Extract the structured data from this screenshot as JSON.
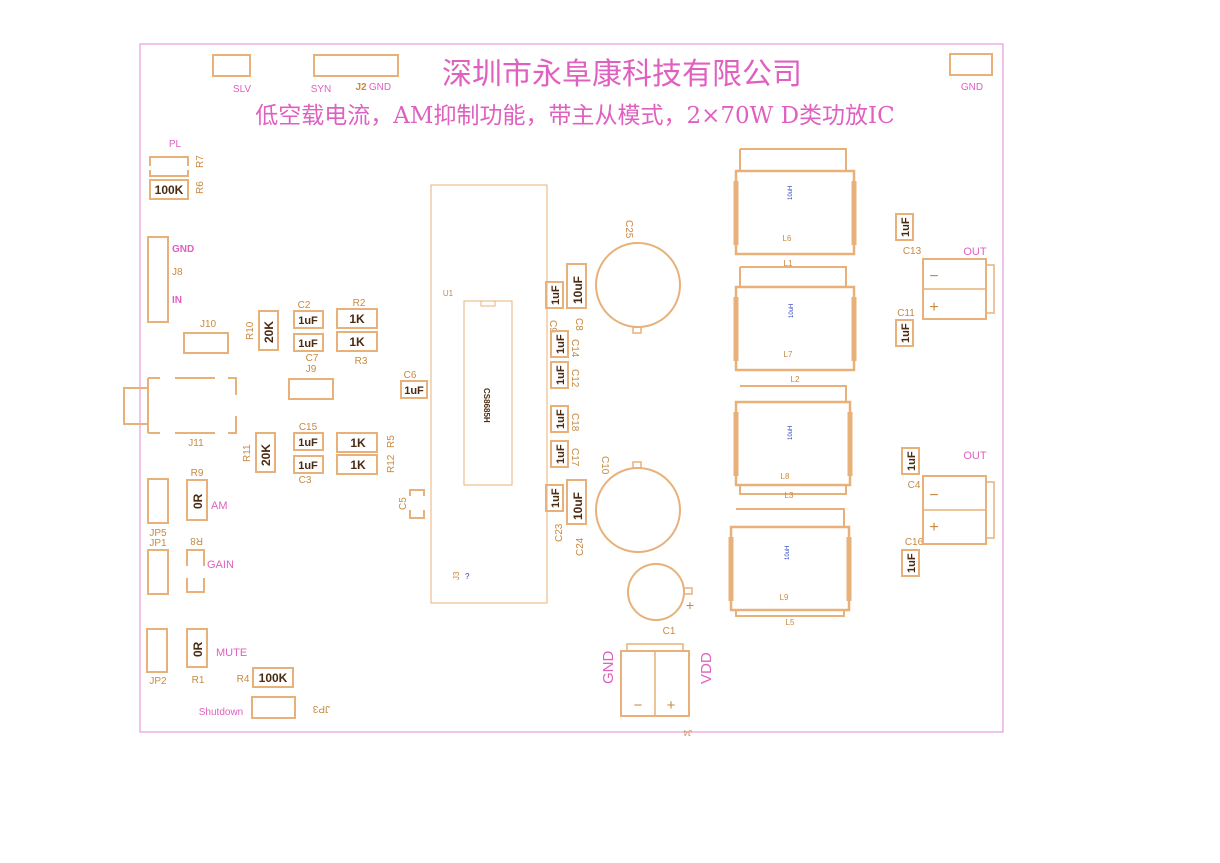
{
  "board": {
    "company": "深圳市永阜康科技有限公司",
    "description": "低空载电流，AM抑制功能，带主从模式，2×70W D类功放IC",
    "colors": {
      "silkscreen_labels": "#e060c0",
      "footprints": "#e8b17a",
      "designators": "#c9893f",
      "values": "#4a2a10",
      "part_markings": "#2a3fbf",
      "outline": "#e68ad8"
    }
  },
  "labels": {
    "slv": "SLV",
    "syn": "SYN",
    "j2": "J2",
    "gnd_top": "GND",
    "gnd_right": "GND",
    "pl": "PL",
    "gnd_j8": "GND",
    "j8": "J8",
    "in": "IN",
    "j10": "J10",
    "j9": "J9",
    "j11": "J11",
    "r7": "R7",
    "r6": "R6",
    "r6_val": "100K",
    "r10": "R10",
    "r10_val": "20K",
    "r11": "R11",
    "r11_val": "20K",
    "c2": "C2",
    "c2_val": "1uF",
    "c7": "C7",
    "c7_val": "1uF",
    "r2": "R2",
    "r2_val": "1K",
    "r3": "R3",
    "r3_val": "1K",
    "c15": "C15",
    "c15_val": "1uF",
    "c3": "C3",
    "c3_val": "1uF",
    "r5": "R5",
    "r5_val": "1K",
    "r12": "R12",
    "r12_val": "1K",
    "c6": "C6",
    "c6_val": "1uF",
    "c5": "C5",
    "u1": "U1",
    "ic": "CS8685H",
    "j3": "J3",
    "j3_mark": "?",
    "c9": "C9",
    "c9_val": "1uF",
    "c8": "C8",
    "c8_val": "10uF",
    "c14": "C14",
    "c14_val": "1uF",
    "c12": "C12",
    "c12_val": "1uF",
    "c18": "C18",
    "c18_val": "1uF",
    "c17": "C17",
    "c17_val": "1uF",
    "c23": "C23",
    "c23_val": "1uF",
    "c24": "C24",
    "c24_val": "10uF",
    "c25": "C25",
    "c10": "C10",
    "c1": "C1",
    "plus": "+",
    "l6": "L6",
    "l1": "L1",
    "l7": "L7",
    "l2": "L2",
    "l8": "L8",
    "l3": "L3",
    "l9": "L9",
    "l5": "L5",
    "inductor_val": "10uH",
    "c13": "C13",
    "c13_val": "1uF",
    "c11": "C11",
    "c11_val": "1uF",
    "c4": "C4",
    "c4_val": "1uF",
    "c16": "C16",
    "c16_val": "1uF",
    "out": "OUT",
    "minus": "−",
    "r9": "R9",
    "r9_val": "0R",
    "am": "AM",
    "jp5": "JP5",
    "jp1": "JP1",
    "r8": "R8",
    "gain": "GAIN",
    "r1": "R1",
    "r1_val": "0R",
    "mute": "MUTE",
    "jp2": "JP2",
    "r4": "R4",
    "r4_val": "100K",
    "shutdown": "Shutdown",
    "jp3": "JP3",
    "gnd_pwr": "GND",
    "vdd": "VDD",
    "j4": "J4"
  }
}
